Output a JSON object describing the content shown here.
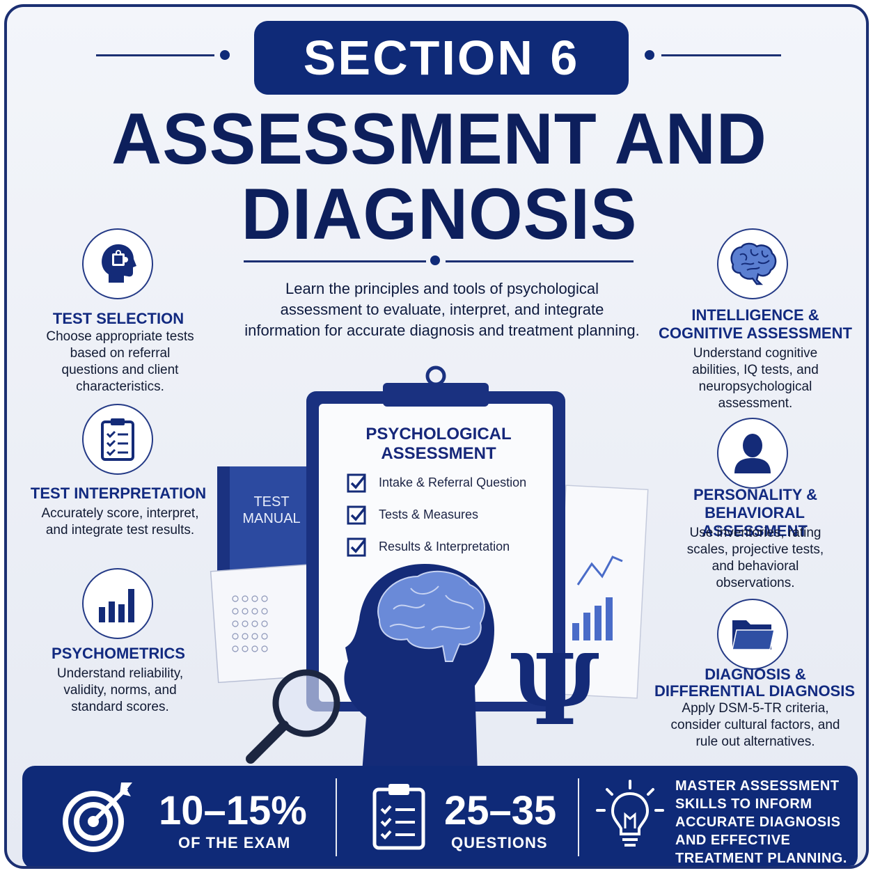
{
  "header": {
    "section_label": "SECTION 6",
    "title_line1": "ASSESSMENT AND",
    "title_line2": "DIAGNOSIS",
    "intro": "Learn the principles and tools of psychological assessment to evaluate, interpret, and integrate information for accurate diagnosis and treatment planning."
  },
  "left_features": [
    {
      "icon": "head-puzzle-icon",
      "title": "TEST SELECTION",
      "desc": "Choose appropriate tests based on referral questions and client characteristics."
    },
    {
      "icon": "clipboard-checklist-icon",
      "title": "TEST INTERPRETATION",
      "desc": "Accurately score, interpret, and integrate test results."
    },
    {
      "icon": "bar-chart-icon",
      "title": "PSYCHOMETRICS",
      "desc": "Understand reliability, validity, norms, and standard scores."
    }
  ],
  "right_features": [
    {
      "icon": "brain-icon",
      "title_line1": "INTELLIGENCE &",
      "title_line2": "COGNITIVE ASSESSMENT",
      "desc": "Understand cognitive abilities, IQ tests, and neuropsychological assessment."
    },
    {
      "icon": "person-icon",
      "title_line1": "PERSONALITY &",
      "title_line2": "BEHAVIORAL ASSESSMENT",
      "desc": "Use inventories, rating scales, projective tests, and behavioral observations."
    },
    {
      "icon": "folder-icon",
      "title_line1": "DIAGNOSIS &",
      "title_line2": "DIFFERENTIAL DIAGNOSIS",
      "desc": "Apply DSM-5-TR criteria, consider cultural factors, and rule out alternatives."
    }
  ],
  "clipboard": {
    "title_line1": "PSYCHOLOGICAL",
    "title_line2": "ASSESSMENT",
    "items": [
      "Intake & Referral Question",
      "Tests & Measures",
      "Results & Interpretation"
    ],
    "manual_label_line1": "TEST",
    "manual_label_line2": "MANUAL",
    "symbol": "Ψ"
  },
  "bottom_bar": {
    "stat1_value": "10–15%",
    "stat1_label": "OF THE EXAM",
    "stat2_value": "25–35",
    "stat2_label": "QUESTIONS",
    "message": "MASTER ASSESSMENT SKILLS TO INFORM ACCURATE DIAGNOSIS AND EFFECTIVE TREATMENT PLANNING."
  },
  "colors": {
    "navy": "#0f2a78",
    "title": "#0d1f5c",
    "accent_blue": "#5b7fd1"
  }
}
